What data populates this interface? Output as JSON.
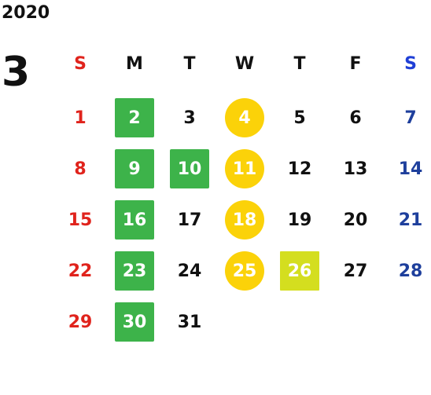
{
  "calendar": {
    "year": "2020",
    "month": "3",
    "weekdays": [
      "S",
      "M",
      "T",
      "W",
      "T",
      "F",
      "S"
    ],
    "weeks": [
      [
        {
          "day": "1",
          "style": "sunday"
        },
        {
          "day": "2",
          "style": "green"
        },
        {
          "day": "3",
          "style": "plain"
        },
        {
          "day": "4",
          "style": "yellow"
        },
        {
          "day": "5",
          "style": "plain"
        },
        {
          "day": "6",
          "style": "plain"
        },
        {
          "day": "7",
          "style": "saturday"
        }
      ],
      [
        {
          "day": "8",
          "style": "sunday"
        },
        {
          "day": "9",
          "style": "green"
        },
        {
          "day": "10",
          "style": "green"
        },
        {
          "day": "11",
          "style": "yellow"
        },
        {
          "day": "12",
          "style": "plain"
        },
        {
          "day": "13",
          "style": "plain"
        },
        {
          "day": "14",
          "style": "saturday"
        }
      ],
      [
        {
          "day": "15",
          "style": "sunday"
        },
        {
          "day": "16",
          "style": "green"
        },
        {
          "day": "17",
          "style": "plain"
        },
        {
          "day": "18",
          "style": "yellow"
        },
        {
          "day": "19",
          "style": "plain"
        },
        {
          "day": "20",
          "style": "plain"
        },
        {
          "day": "21",
          "style": "saturday"
        }
      ],
      [
        {
          "day": "22",
          "style": "sunday"
        },
        {
          "day": "23",
          "style": "green"
        },
        {
          "day": "24",
          "style": "plain"
        },
        {
          "day": "25",
          "style": "yellow"
        },
        {
          "day": "26",
          "style": "lime"
        },
        {
          "day": "27",
          "style": "plain"
        },
        {
          "day": "28",
          "style": "saturday"
        }
      ],
      [
        {
          "day": "29",
          "style": "sunday"
        },
        {
          "day": "30",
          "style": "green"
        },
        {
          "day": "31",
          "style": "plain"
        }
      ]
    ]
  },
  "colors": {
    "sunday": "#e0231c",
    "saturday": "#1e3f9c",
    "saturday_header": "#1f3fd6",
    "green": "#3db34a",
    "yellow": "#fbd209",
    "lime": "#d4de1f",
    "text": "#111111"
  }
}
